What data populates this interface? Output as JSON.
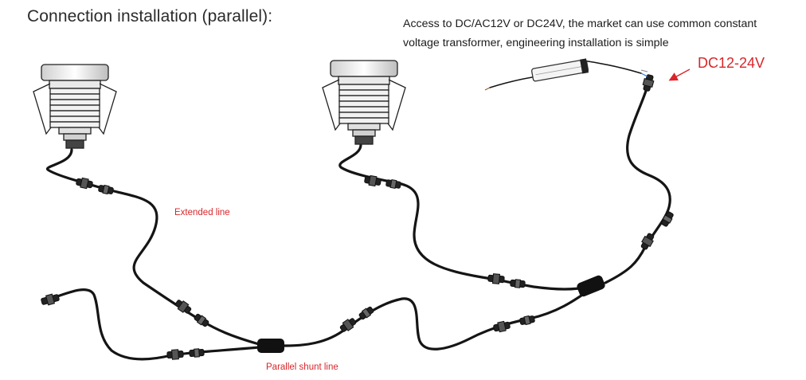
{
  "title": "Connection installation (parallel):",
  "description": {
    "line1": "Access to DC/AC12V or DC24V, the market can use common constant",
    "line2": "voltage transformer, engineering installation is simple"
  },
  "labels": {
    "voltage": "DC12-24V",
    "extended_line": "Extended line",
    "parallel_shunt_line": "Parallel shunt line"
  },
  "colors": {
    "cable": "#151515",
    "label_red": "#d8262a",
    "text": "#2b2b2b"
  }
}
